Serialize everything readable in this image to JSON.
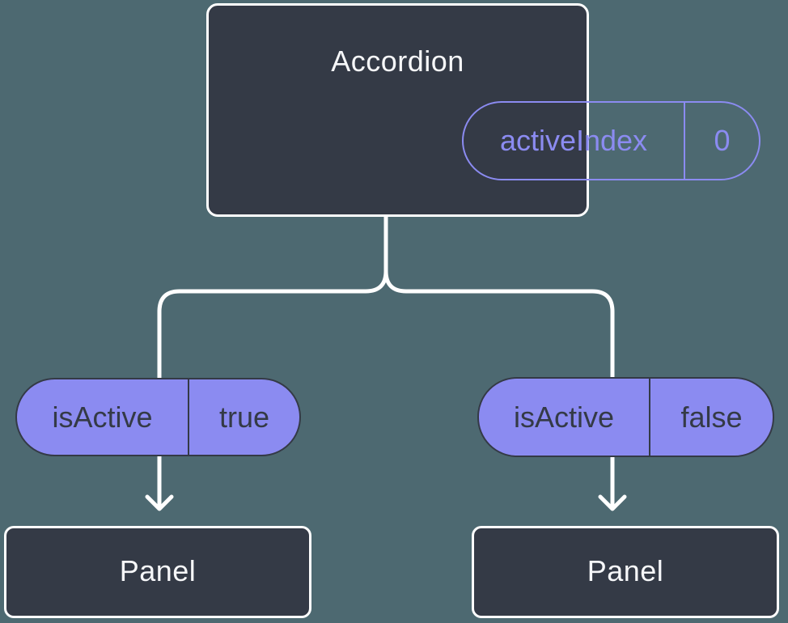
{
  "colors": {
    "background": "#4D6971",
    "node": "#343A46",
    "accent": "#8B8BF1",
    "line": "#FFFFFF",
    "text_light": "#F6F7F9",
    "text_dark": "#343A46"
  },
  "root_node": {
    "title": "Accordion",
    "prop_name": "activeIndex",
    "prop_value": "0"
  },
  "left_child": {
    "prop_name": "isActive",
    "prop_value": "true",
    "title": "Panel"
  },
  "right_child": {
    "prop_name": "isActive",
    "prop_value": "false",
    "title": "Panel"
  }
}
